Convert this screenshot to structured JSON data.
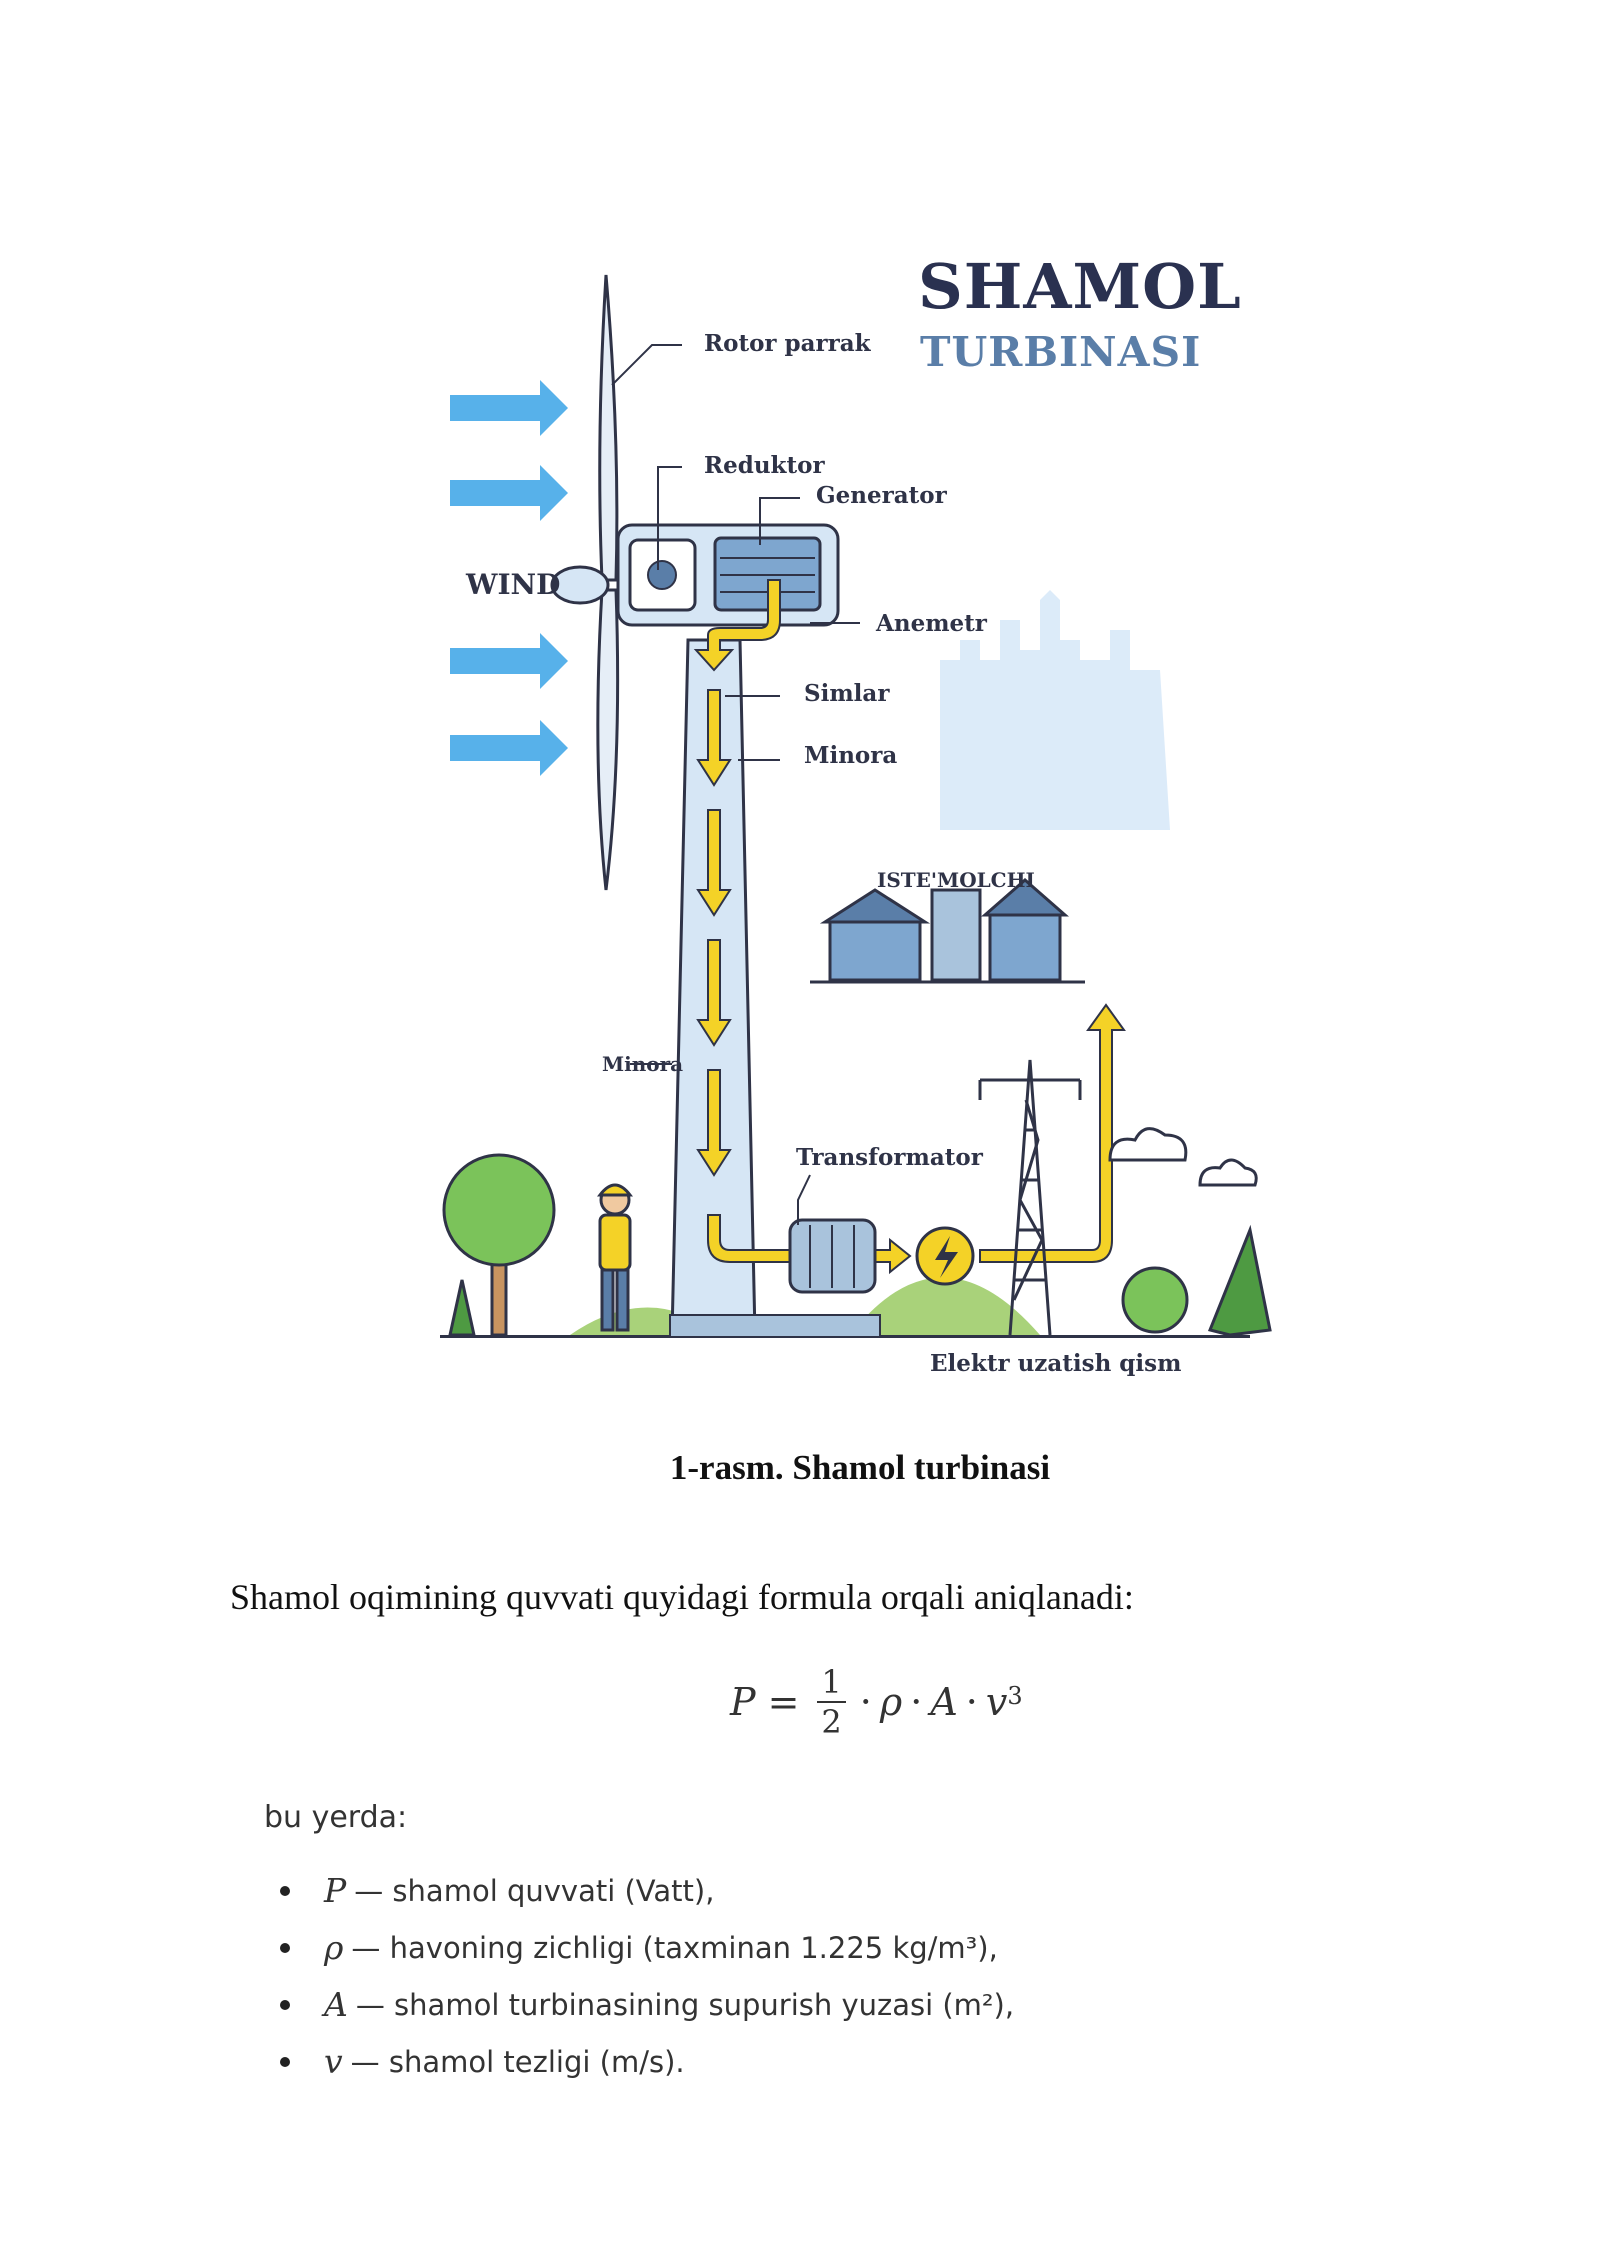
{
  "figure": {
    "title_main": "SHAMOL",
    "title_sub": "TURBINASI",
    "wind_label": "WIND",
    "labels": {
      "rotor": "Rotor parrak",
      "reduktor": "Reduktor",
      "generator": "Generator",
      "anemetr": "Anemetr",
      "simlar": "Simlar",
      "minora_right": "Minora",
      "minora_left": "Minora",
      "transformator": "Transformator",
      "istemolchi": "ISTE'MOLCHI",
      "elektr": "Elektr uzatish qism"
    },
    "caption": "1-rasm. Shamol turbinasi",
    "colors": {
      "arrow": "#3aa3e6",
      "energy": "#f4d227",
      "tower": "#d6e6f5",
      "outline": "#2f3347",
      "green": "#7bc35a"
    }
  },
  "text": {
    "intro": "Shamol oqimining quvvati quyidagi formula orqali aniqlanadi:",
    "formula": {
      "lhs": "P",
      "eq": "=",
      "num": "1",
      "den": "2",
      "dot": "·",
      "rho": "ρ",
      "A": "A",
      "v": "v",
      "exp": "3"
    },
    "where": "bu yerda:",
    "definitions": [
      {
        "symbol": "P",
        "text": "— shamol quvvati (Vatt),"
      },
      {
        "symbol": "ρ",
        "text": "— havoning zichligi (taxminan 1.225 kg/m³),"
      },
      {
        "symbol": "A",
        "text": "— shamol turbinasining supurish yuzasi (m²),"
      },
      {
        "symbol": "v",
        "text": "— shamol tezligi (m/s)."
      }
    ]
  }
}
